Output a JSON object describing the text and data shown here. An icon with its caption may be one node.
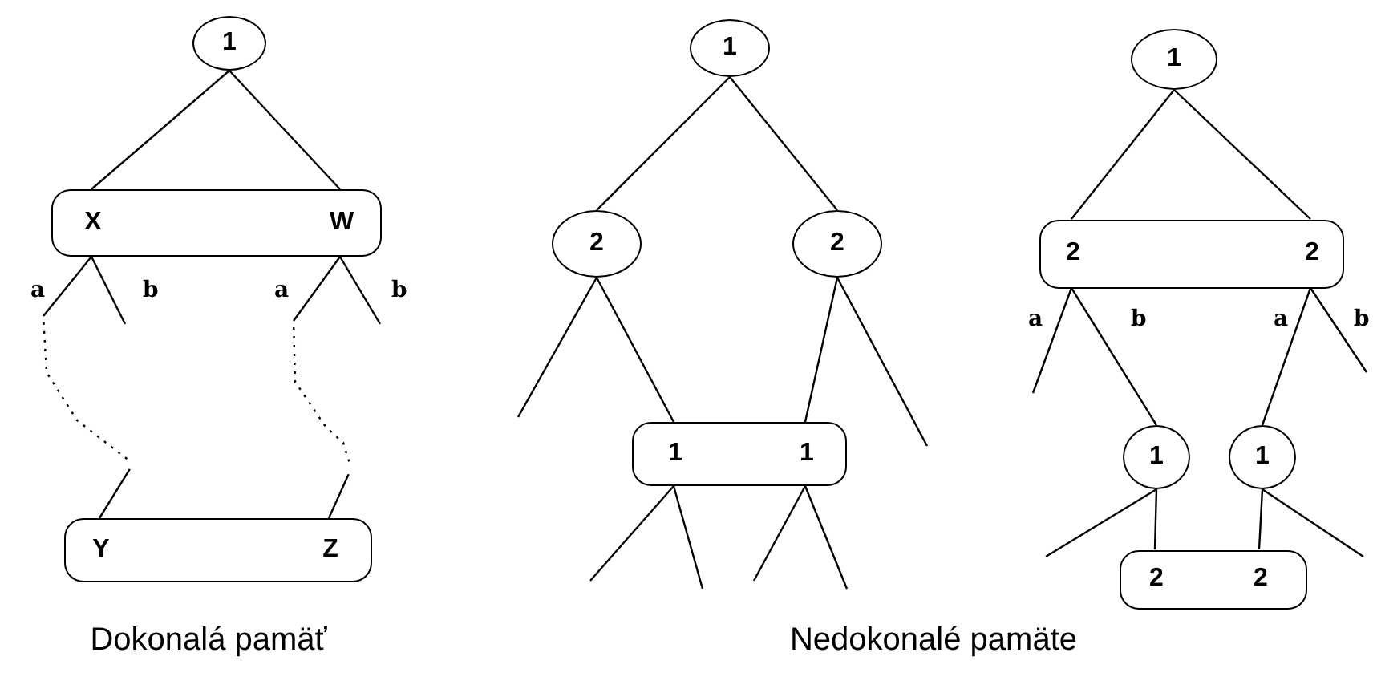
{
  "diagram": {
    "nodes": [
      {
        "text": [
          "1"
        ]
      },
      {
        "text": [],
        "shape": "box"
      },
      {
        "text": [
          "X"
        ],
        "in": 1
      },
      {
        "text": [
          "W"
        ],
        "in": 1
      },
      {
        "text": [],
        "shape": "box"
      },
      {
        "text": [
          "Y"
        ],
        "in": 4
      },
      {
        "text": [
          "Z"
        ],
        "in": 4
      },
      {
        "text": [
          "1"
        ]
      },
      {
        "text": [
          "2"
        ]
      },
      {
        "text": [
          "2"
        ]
      },
      {
        "text": [],
        "shape": "box"
      },
      {
        "text": [
          "1"
        ],
        "in": 10
      },
      {
        "text": [
          "1"
        ],
        "in": 10
      },
      {
        "text": [
          "1"
        ]
      },
      {
        "text": [],
        "shape": "box"
      },
      {
        "text": [
          "2"
        ],
        "in": 14
      },
      {
        "text": [
          "2"
        ],
        "in": 14
      },
      {
        "text": [
          "1"
        ]
      },
      {
        "text": [
          "1"
        ]
      },
      {
        "text": [],
        "shape": "box"
      },
      {
        "text": [
          "2"
        ],
        "in": 19
      },
      {
        "text": [
          "2"
        ],
        "in": 19
      }
    ],
    "edges": [
      {
        "from": 0,
        "to": 2,
        "arrow": "none"
      },
      {
        "from": 0,
        "to": 3,
        "arrow": "none"
      },
      {
        "from": 2,
        "to": 5,
        "arrow": "none",
        "label": "a",
        "style": "dashed"
      },
      {
        "from": 2,
        "to": null,
        "arrow": "none",
        "label": "b"
      },
      {
        "from": 3,
        "to": 6,
        "arrow": "none",
        "label": "a",
        "style": "dashed"
      },
      {
        "from": 3,
        "to": null,
        "arrow": "none",
        "label": "b"
      },
      {
        "from": 7,
        "to": 8,
        "arrow": "none"
      },
      {
        "from": 7,
        "to": 9,
        "arrow": "none"
      },
      {
        "from": 8,
        "to": null,
        "arrow": "none"
      },
      {
        "from": 8,
        "to": 11,
        "arrow": "none"
      },
      {
        "from": 9,
        "to": 12,
        "arrow": "none"
      },
      {
        "from": 9,
        "to": null,
        "arrow": "none"
      },
      {
        "from": 11,
        "to": null,
        "arrow": "none"
      },
      {
        "from": 11,
        "to": null,
        "arrow": "none"
      },
      {
        "from": 12,
        "to": null,
        "arrow": "none"
      },
      {
        "from": 12,
        "to": null,
        "arrow": "none"
      },
      {
        "from": 13,
        "to": 15,
        "arrow": "none"
      },
      {
        "from": 13,
        "to": 16,
        "arrow": "none"
      },
      {
        "from": 15,
        "to": null,
        "arrow": "none",
        "label": "a"
      },
      {
        "from": 15,
        "to": 17,
        "arrow": "none",
        "label": "b"
      },
      {
        "from": 16,
        "to": 18,
        "arrow": "none",
        "label": "a"
      },
      {
        "from": 16,
        "to": null,
        "arrow": "none",
        "label": "b"
      },
      {
        "from": 17,
        "to": null,
        "arrow": "none"
      },
      {
        "from": 17,
        "to": 20,
        "arrow": "none"
      },
      {
        "from": 18,
        "to": 21,
        "arrow": "none"
      },
      {
        "from": 18,
        "to": null,
        "arrow": "none"
      }
    ],
    "labels": [
      "Dokonalá pamäť",
      "Nedokonalé pamäte"
    ]
  }
}
